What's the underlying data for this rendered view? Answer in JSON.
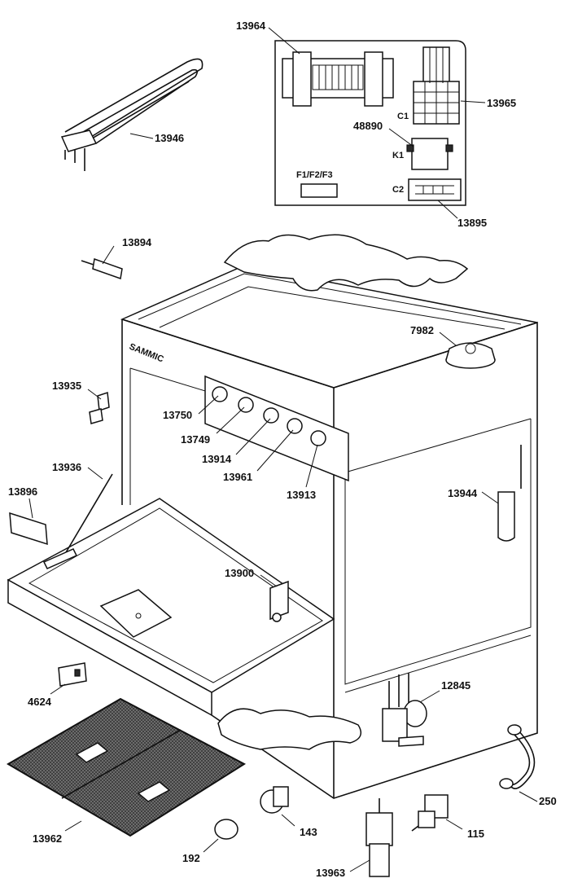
{
  "brand_text": "SAMMIC",
  "board_labels": {
    "c1": "C1",
    "k1": "K1",
    "c2": "C2",
    "fuses": "F1/F2/F3"
  },
  "callouts": {
    "p13964": "13964",
    "p13946": "13946",
    "p13965": "13965",
    "p48890": "48890",
    "p13895": "13895",
    "p13894": "13894",
    "p7982": "7982",
    "p13935": "13935",
    "p13750": "13750",
    "p13749": "13749",
    "p13914": "13914",
    "p13961": "13961",
    "p13913": "13913",
    "p13936": "13936",
    "p13896": "13896",
    "p13944": "13944",
    "p13900": "13900",
    "p4624": "4624",
    "p12845": "12845",
    "p13962": "13962",
    "p250": "250",
    "p143": "143",
    "p115": "115",
    "p192": "192",
    "p13963": "13963"
  }
}
